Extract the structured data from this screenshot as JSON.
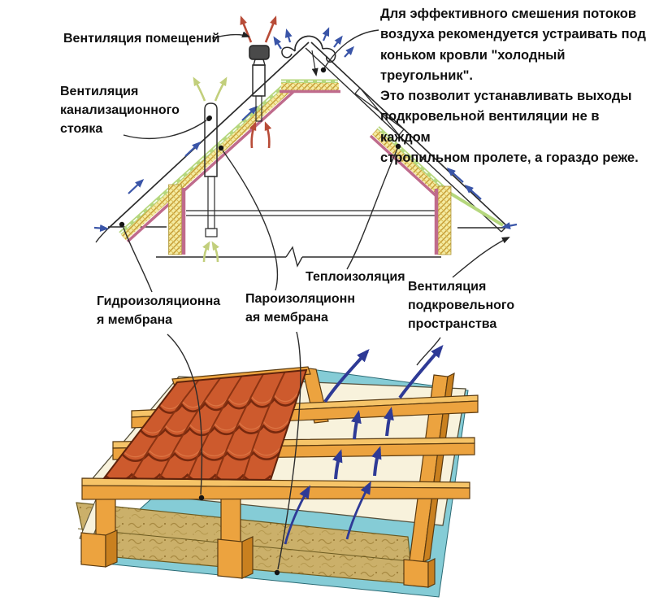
{
  "labels": {
    "vent_rooms": "Вентиляция помещений",
    "vent_sewer": "Вентиляция\nканализационного\nстояка",
    "note": "Для эффективного смешения потоков\nвоздуха рекомендуется устраивать под\nконьком кровли \"холодный треугольник\".\nЭто позволит устанавливать выходы\nподкровельной вентиляции не в каждом\nстропильном пролете, а гораздо реже.",
    "thermal": "Теплоизоляция",
    "hydro": "Гидроизоляционна\nя мембрана",
    "vapor": "Пароизоляционн\nая мембрана",
    "underroof": "Вентиляция\nподкровельного\nпространства"
  },
  "colors": {
    "line": "#2b2b2b",
    "tiles": "#cd5a2d",
    "wood": "#eca33f",
    "wood_light": "#f6c468",
    "wood_shadow": "#c9801f",
    "insulation": "#cbb06a",
    "vapor_sheet": "#85ccd6",
    "membrane_sheet": "#f8f2dc",
    "green_membrane": "#b5d77d",
    "yellow_insulation": "#f4eba2",
    "pink_vapor": "#bf6b8c",
    "arrow_blue": "#2e3a96",
    "arrow_blue_small": "#3a55a8",
    "arrow_red": "#b84c38",
    "arrow_green": "#c2cf7c"
  }
}
